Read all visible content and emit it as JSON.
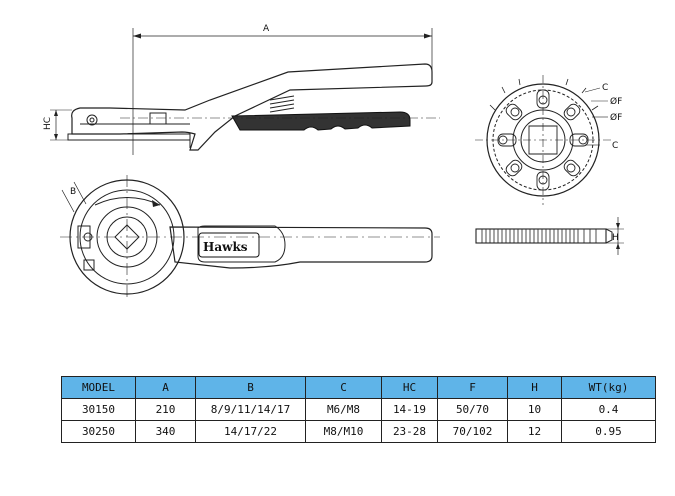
{
  "drawing": {
    "brand_badge": "Hawks",
    "dim_labels": {
      "a": "A",
      "b": "B",
      "c": "C",
      "c2": "C",
      "f1": "ØF",
      "f2": "ØF",
      "h": "H",
      "hc": "HC"
    }
  },
  "spec_table": {
    "headers": [
      "MODEL",
      "A",
      "B",
      "C",
      "HC",
      "F",
      "H",
      "WT(kg)"
    ],
    "rows": [
      [
        "30150",
        "210",
        "8/9/11/14/17",
        "M6/M8",
        "14-19",
        "50/70",
        "10",
        "0.4"
      ],
      [
        "30250",
        "340",
        "14/17/22",
        "M8/M10",
        "23-28",
        "70/102",
        "12",
        "0.95"
      ]
    ]
  },
  "colors": {
    "header_bg": "#5fb4e8",
    "line": "#222222"
  }
}
